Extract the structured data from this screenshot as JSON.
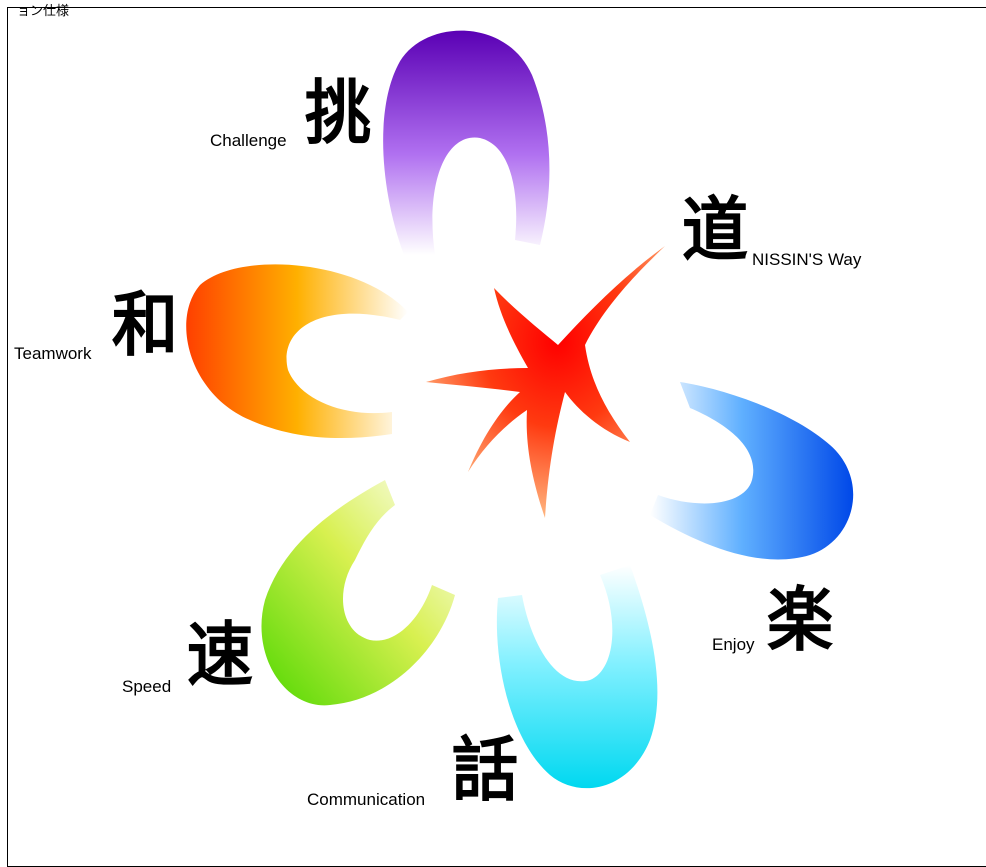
{
  "header": {
    "corner_text": "ョン仕様"
  },
  "values": [
    {
      "kanji": "挑",
      "label": "Challenge"
    },
    {
      "kanji": "道",
      "label": "NISSIN'S Way"
    },
    {
      "kanji": "和",
      "label": "Teamwork"
    },
    {
      "kanji": "楽",
      "label": "Enjoy"
    },
    {
      "kanji": "速",
      "label": "Speed"
    },
    {
      "kanji": "話",
      "label": "Communication"
    }
  ],
  "colors": {
    "challenge": "#6a00c8",
    "teamwork": "#ff5a00",
    "speed": "#6ee000",
    "communication": "#00d8f0",
    "enjoy": "#0050f0",
    "way": "#ff0000"
  }
}
